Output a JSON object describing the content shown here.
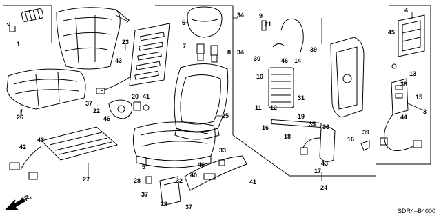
{
  "diagram": {
    "callouts": [
      "1",
      "2",
      "3",
      "4",
      "5",
      "6",
      "7",
      "8",
      "9",
      "10",
      "11",
      "12",
      "13",
      "14",
      "15",
      "16",
      "16",
      "17",
      "18",
      "19",
      "20",
      "21",
      "22",
      "23",
      "24",
      "25",
      "26",
      "27",
      "28",
      "29",
      "30",
      "31",
      "32",
      "33",
      "34",
      "34",
      "35",
      "36",
      "37",
      "37",
      "37",
      "38",
      "39",
      "39",
      "40",
      "41",
      "41",
      "42",
      "43",
      "43",
      "43",
      "44",
      "45",
      "46",
      "46",
      "46"
    ],
    "diagram_code": "SDR4–B4000",
    "front_arrow_label": "FR."
  }
}
